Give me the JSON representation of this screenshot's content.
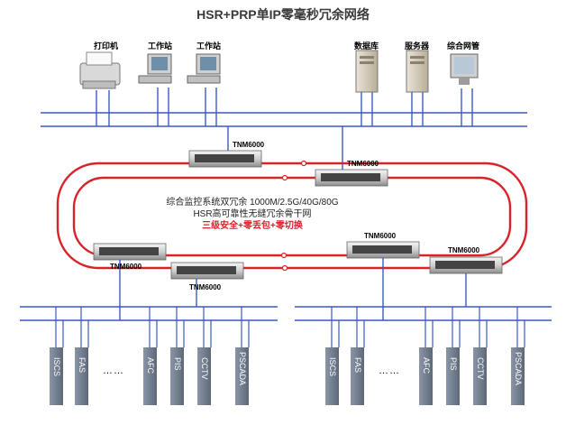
{
  "title": "HSR+PRP单IP零毫秒冗余网络",
  "devices": {
    "printer": "打印机",
    "workstation_1": "工作站",
    "workstation_2": "工作站",
    "database": "数据库",
    "server": "服务器",
    "network_mgmt": "综合网管"
  },
  "switch_label": "TNM6000",
  "ring_text": {
    "line1": "综合监控系统双冗余  1000M/2.5G/40G/80G",
    "line2": "HSR高可靠性无缝冗余骨干网",
    "line3": "三级安全+零丢包+零切换"
  },
  "subsystems_left": [
    "ISCS",
    "FAS",
    "AFC",
    "PIS",
    "CCTV",
    "PSCADA"
  ],
  "subsystems_right": [
    "ISCS",
    "FAS",
    "AFC",
    "PIS",
    "CCTV",
    "PSCADA"
  ],
  "ellipsis": "……",
  "colors": {
    "ring": "#d8232a",
    "bus": "#3b57c6",
    "module": "#7b8797"
  }
}
